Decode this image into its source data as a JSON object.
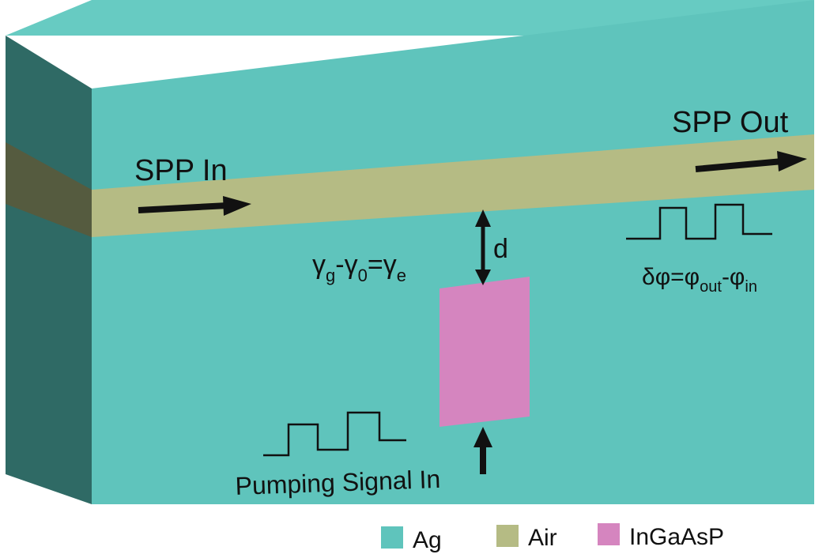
{
  "labels": {
    "spp_in": "SPP In",
    "spp_out": "SPP Out",
    "gap": "d",
    "pump": "Pumping Signal In"
  },
  "equation_left": {
    "g1": "γ",
    "s1": "g",
    "op1": "-",
    "g2": "γ",
    "s2": "0",
    "eq": "=",
    "g3": "γ",
    "s3": "e"
  },
  "equation_right": {
    "delta": "δφ=φ",
    "s1": "out",
    "minus": "-φ",
    "s2": "in"
  },
  "legend": [
    {
      "label": "Ag",
      "color": "#5fc4bc"
    },
    {
      "label": "Air",
      "color": "#b5bb84"
    },
    {
      "label": "InGaAsP",
      "color": "#d585bf"
    }
  ],
  "colors": {
    "ag_front": "#5fc4bc",
    "ag_top": "#67cbc2",
    "ag_side": "#2f6a65",
    "air_front": "#b5bb84",
    "air_side": "#555b3f",
    "ingaasp": "#d585bf",
    "text": "#111111"
  }
}
